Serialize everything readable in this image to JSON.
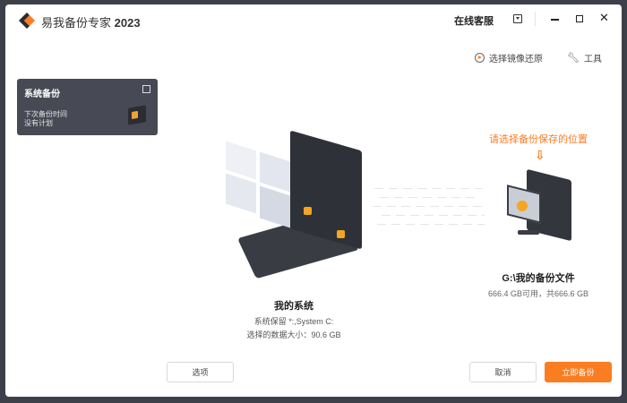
{
  "app": {
    "title_cn": "易我备份专家",
    "title_year": "2023"
  },
  "titlebar": {
    "support": "在线客服",
    "minimize_icon": "minimize-icon",
    "maximize_icon": "maximize-icon",
    "close_icon": "close-icon"
  },
  "toolbar": {
    "restore_label": "选择镜像还原",
    "tools_label": "工具"
  },
  "card": {
    "title": "系统备份",
    "next_label": "下次备份时间",
    "next_value": "没有计划"
  },
  "source": {
    "title": "我的系统",
    "partitions": "系统保留 *:,System C:",
    "size": "选择的数据大小：90.6 GB"
  },
  "target": {
    "prompt": "请选择备份保存的位置",
    "path": "G:\\我的备份文件",
    "space": "666.4 GB可用，共666.6 GB"
  },
  "buttons": {
    "options": "选项",
    "cancel": "取消",
    "backup_now": "立即备份"
  },
  "colors": {
    "accent": "#fb7d21",
    "frame": "#3d4049",
    "card": "#474a55"
  }
}
